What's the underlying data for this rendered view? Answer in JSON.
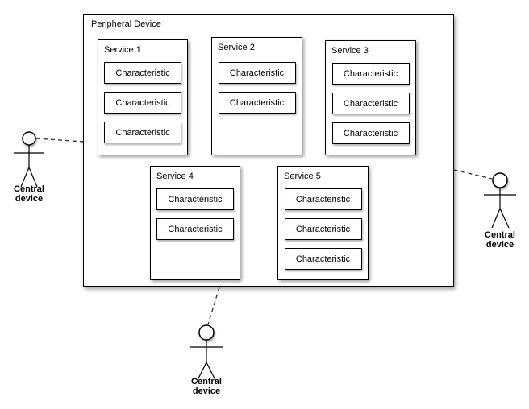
{
  "diagram": {
    "peripheral": {
      "label": "Peripheral Device"
    },
    "services": [
      {
        "label": "Service 1",
        "characteristics": [
          "Characteristic",
          "Characteristic",
          "Characteristic"
        ]
      },
      {
        "label": "Service 2",
        "characteristics": [
          "Characteristic",
          "Characteristic"
        ]
      },
      {
        "label": "Service 3",
        "characteristics": [
          "Characteristic",
          "Characteristic",
          "Characteristic"
        ]
      },
      {
        "label": "Service 4",
        "characteristics": [
          "Characteristic",
          "Characteristic"
        ]
      },
      {
        "label": "Service 5",
        "characteristics": [
          "Characteristic",
          "Characteristic",
          "Characteristic"
        ]
      }
    ],
    "actors": [
      {
        "position": "left",
        "label": "Central device"
      },
      {
        "position": "right",
        "label": "Central device"
      },
      {
        "position": "bottom",
        "label": "Central device"
      }
    ],
    "colors": {
      "line": "#000000",
      "background": "#ffffff",
      "connector": "#3a3a3a"
    }
  }
}
